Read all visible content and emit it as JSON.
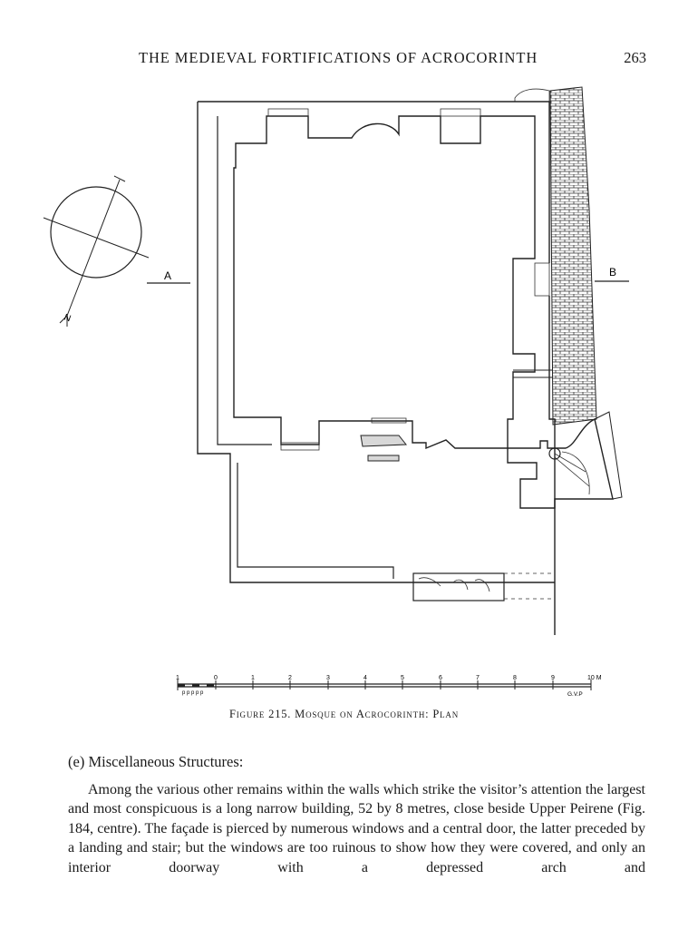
{
  "running_head": {
    "title": "THE MEDIEVAL FORTIFICATIONS OF ACROCORINTH",
    "page_number": "263"
  },
  "figure": {
    "section_label_a": "A",
    "section_label_b": "B",
    "north_label": "N",
    "scale": {
      "tick_labels": [
        "1",
        "0",
        "1",
        "2",
        "3",
        "4",
        "5",
        "6",
        "7",
        "8",
        "9",
        "10 M"
      ],
      "author_initials": "G.V.P"
    },
    "caption_prefix": "Figure 215.",
    "caption_title": "Mosque on Acrocorinth: Plan"
  },
  "section_heading": "(e) Miscellaneous Structures:",
  "body_paragraph": "Among the various other remains within the walls which strike the visitor’s attention the largest and most conspicuous is a long narrow building, 52 by 8 metres, close beside Upper Peirene (Fig. 184, centre). The façade is pierced by numerous windows and a central door, the latter preceded by a landing and stair; but the windows are too ruinous to show how they were covered, and only an interior doorway with a depressed arch and"
}
